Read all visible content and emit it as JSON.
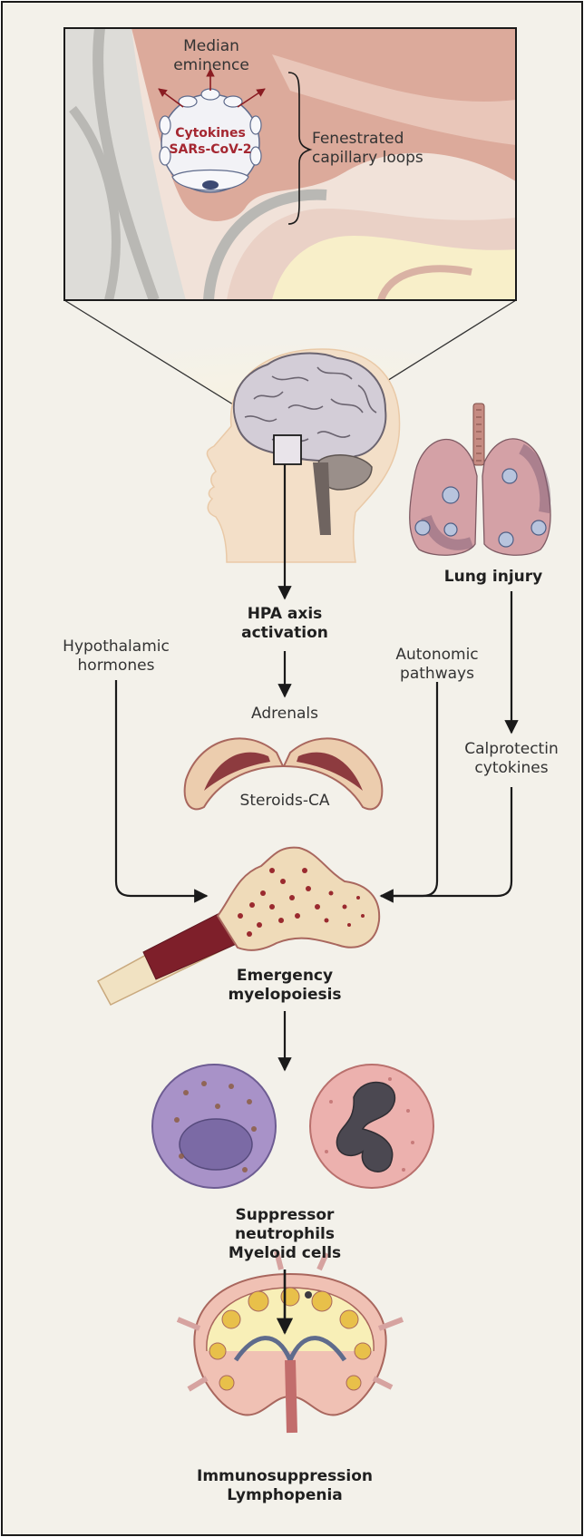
{
  "inset": {
    "median_eminence": [
      "Median",
      "eminence"
    ],
    "capillary_label": [
      "Fenestrated",
      "capillary loops"
    ],
    "capillary_contents": [
      "Cytokines",
      "SARs-CoV-2"
    ]
  },
  "nodes": {
    "lung_injury": "Lung injury",
    "hpa": [
      "HPA axis",
      "activation"
    ],
    "hypothalamic": [
      "Hypothalamic",
      "hormones"
    ],
    "autonomic": [
      "Autonomic",
      "pathways"
    ],
    "adrenals": "Adrenals",
    "steroids": "Steroids-CA",
    "calprotectin": [
      "Calprotectin",
      "cytokines"
    ],
    "myelopoiesis": [
      "Emergency",
      "myelopoiesis"
    ],
    "cells": [
      "Suppressor",
      "neutrophils",
      "Myeloid cells"
    ],
    "outcome": [
      "Immunosuppression",
      "Lymphopenia"
    ]
  },
  "colors": {
    "background": "#f3f1ea",
    "tissue": "#e6bcae",
    "arrow": "#1a1a1a",
    "accent_red": "#a52731"
  }
}
